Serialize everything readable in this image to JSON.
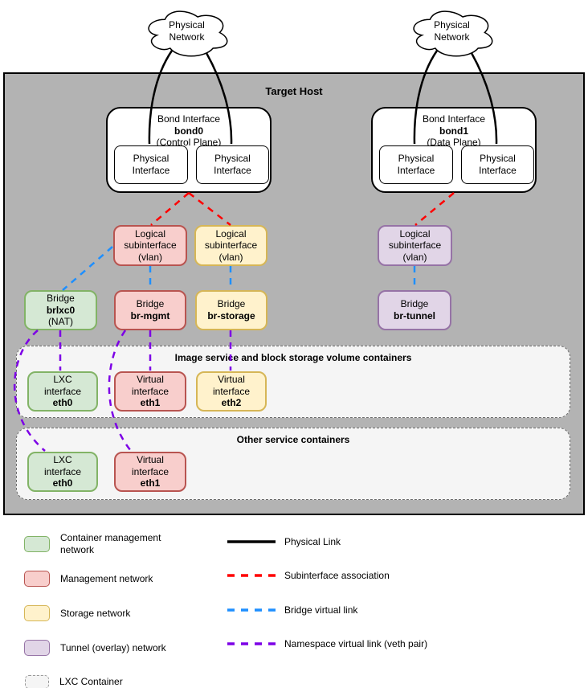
{
  "palette": {
    "host_background": "#b3b3b3",
    "green_fill": "#d5e8d4",
    "green_stroke": "#82b366",
    "red_fill": "#f8cecc",
    "red_stroke": "#b85450",
    "yellow_fill": "#fff2cc",
    "yellow_stroke": "#d6b656",
    "purple_fill": "#e1d5e7",
    "purple_stroke": "#9673a6",
    "container_fill": "#f5f5f5",
    "physical_link": "#000000",
    "subinterface_link": "#ff0000",
    "bridge_link": "#1e8fff",
    "veth_link": "#7d00e6"
  },
  "clouds": [
    {
      "l1": "Physical",
      "l2": "Network"
    },
    {
      "l1": "Physical",
      "l2": "Network"
    }
  ],
  "target_host": {
    "title": "Target Host"
  },
  "bonds": [
    {
      "title": "Bond Interface",
      "name": "bond0",
      "plane": "(Control Plane)",
      "if1": "Physical Interface",
      "if2": "Physical Interface"
    },
    {
      "title": "Bond Interface",
      "name": "bond1",
      "plane": "(Data Plane)",
      "if1": "Physical Interface",
      "if2": "Physical Interface"
    }
  ],
  "subinterfaces": [
    {
      "l1": "Logical",
      "l2": "subinterface",
      "l3": "(vlan)",
      "fill": "#f8cecc"
    },
    {
      "l1": "Logical",
      "l2": "subinterface",
      "l3": "(vlan)",
      "fill": "#fff2cc"
    },
    {
      "l1": "Logical",
      "l2": "subinterface",
      "l3": "(vlan)",
      "fill": "#e1d5e7"
    }
  ],
  "bridges": [
    {
      "label": "Bridge",
      "name": "brlxc0",
      "suffix": "(NAT)",
      "fill": "#d5e8d4"
    },
    {
      "label": "Bridge",
      "name": "br-mgmt",
      "fill": "#f8cecc"
    },
    {
      "label": "Bridge",
      "name": "br-storage",
      "fill": "#fff2cc"
    },
    {
      "label": "Bridge",
      "name": "br-tunnel",
      "fill": "#e1d5e7"
    }
  ],
  "containers": [
    {
      "title": "Image service and block storage volume containers",
      "interfaces": [
        {
          "l1": "LXC",
          "l2": "interface",
          "name": "eth0",
          "fill": "#d5e8d4"
        },
        {
          "l1": "Virtual",
          "l2": "interface",
          "name": "eth1",
          "fill": "#f8cecc"
        },
        {
          "l1": "Virtual",
          "l2": "interface",
          "name": "eth2",
          "fill": "#fff2cc"
        }
      ]
    },
    {
      "title": "Other service containers",
      "interfaces": [
        {
          "l1": "LXC",
          "l2": "interface",
          "name": "eth0",
          "fill": "#d5e8d4"
        },
        {
          "l1": "Virtual",
          "l2": "interface",
          "name": "eth1",
          "fill": "#f8cecc"
        }
      ]
    }
  ],
  "legend": {
    "swatches": [
      {
        "label": "Container management network",
        "fill": "#d5e8d4"
      },
      {
        "label": "Management network",
        "fill": "#f8cecc"
      },
      {
        "label": "Storage network",
        "fill": "#fff2cc"
      },
      {
        "label": "Tunnel (overlay) network",
        "fill": "#e1d5e7"
      },
      {
        "label": "LXC Container",
        "fill": "#f5f5f5"
      }
    ],
    "links": [
      {
        "label": "Physical Link",
        "color": "#000000",
        "style": "solid"
      },
      {
        "label": "Subinterface association",
        "color": "#ff0000",
        "style": "dashed"
      },
      {
        "label": "Bridge virtual link",
        "color": "#1e8fff",
        "style": "dashed"
      },
      {
        "label": "Namespace virtual link (veth pair)",
        "color": "#7d00e6",
        "style": "dashed"
      }
    ]
  }
}
